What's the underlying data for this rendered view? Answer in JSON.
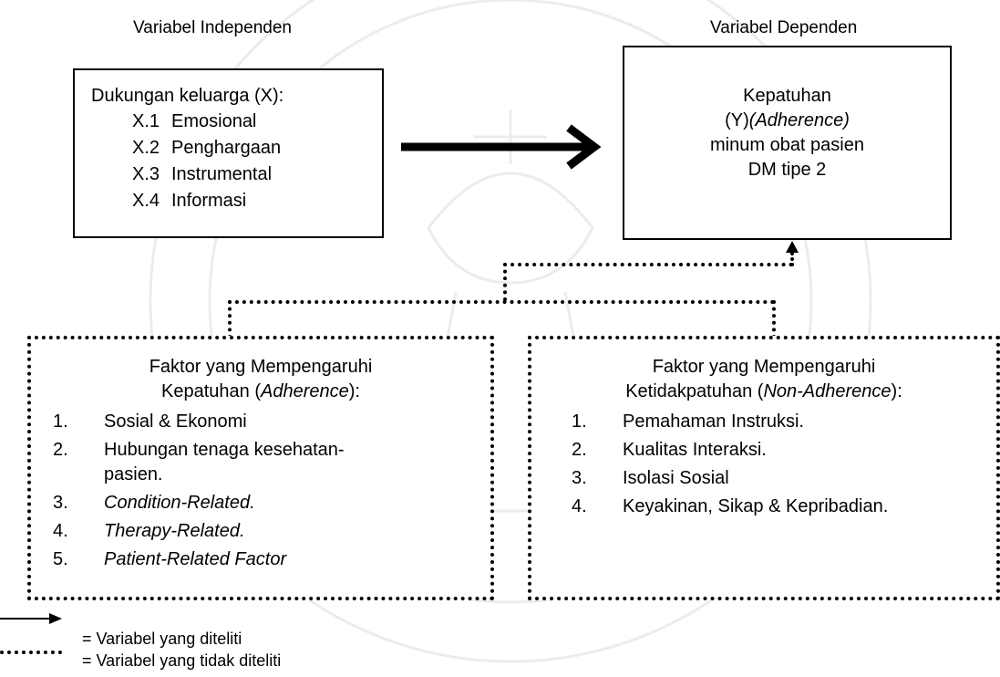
{
  "headers": {
    "independent": "Variabel Independen",
    "dependent": "Variabel Dependen"
  },
  "independent_box": {
    "title": "Dukungan keluarga (X):",
    "items": [
      {
        "code": "X.1",
        "label": "Emosional"
      },
      {
        "code": "X.2",
        "label": "Penghargaan"
      },
      {
        "code": "X.3",
        "label": "Instrumental"
      },
      {
        "code": "X.4",
        "label": "Informasi"
      }
    ]
  },
  "dependent_box": {
    "line1": "Kepatuhan",
    "line2_prefix": "(Y)",
    "line2_italic": "(Adherence)",
    "line3": "minum obat pasien",
    "line4": "DM tipe 2"
  },
  "adherence_box": {
    "title_line1": "Faktor yang Mempengaruhi",
    "title_line2_prefix": "Kepatuhan (",
    "title_line2_italic": "Adherence",
    "title_line2_suffix": "):",
    "items": [
      {
        "num": "1.",
        "label": "Sosial & Ekonomi",
        "italic": false
      },
      {
        "num": "2.",
        "label": "Hubungan tenaga kesehatan-pasien.",
        "italic": false
      },
      {
        "num": "3.",
        "label": "Condition-Related.",
        "italic": true
      },
      {
        "num": "4.",
        "label": "Therapy-Related.",
        "italic": true
      },
      {
        "num": "5.",
        "label": "Patient-Related Factor",
        "italic": true
      }
    ]
  },
  "non_adherence_box": {
    "title_line1": "Faktor yang Mempengaruhi",
    "title_line2_prefix": "Ketidakpatuhan (",
    "title_line2_italic": "Non-Adherence",
    "title_line2_suffix": "):",
    "items": [
      {
        "num": "1.",
        "label": "Pemahaman Instruksi."
      },
      {
        "num": "2.",
        "label": "Kualitas Interaksi."
      },
      {
        "num": "3.",
        "label": "Isolasi Sosial"
      },
      {
        "num": "4.",
        "label": "Keyakinan, Sikap & Kepribadian."
      }
    ]
  },
  "legend": {
    "solid_label": "= Variabel yang diteliti",
    "dotted_label": "= Variabel yang tidak diteliti"
  },
  "colors": {
    "ink": "#000000",
    "background": "#ffffff",
    "watermark": "#eeeeee"
  }
}
